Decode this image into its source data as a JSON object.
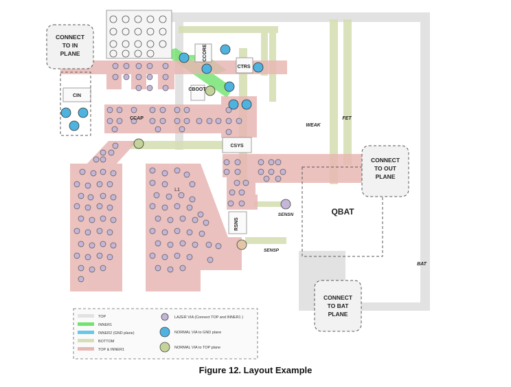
{
  "figure": {
    "caption": "Figure 12. Layout Example"
  },
  "labels": {
    "connect_in": [
      "CONNECT",
      "TO IN",
      "PLANE"
    ],
    "connect_out": [
      "CONNECT",
      "TO OUT",
      "PLANE"
    ],
    "connect_bat": [
      "CONNECT",
      "TO BAT",
      "PLANE"
    ],
    "cin": "CIN",
    "ccap": "CCAP",
    "ccore": "CCORE",
    "ctrs": "CTRS",
    "cboot": "CBOOT",
    "csys": "CSYS",
    "rsns": "RSNS",
    "l1": "L1",
    "qbat": "QBAT",
    "weak": "WEAK",
    "fet": "FET",
    "bat": "BAT",
    "sensn": "SENSN",
    "sensp": "SENSP"
  },
  "legend": {
    "layers": [
      {
        "name": "TOP",
        "color": "#e2e2e2"
      },
      {
        "name": "INNER1",
        "color": "#6fe36b"
      },
      {
        "name": "INNER2  (GND plane)",
        "color": "#66c8e6"
      },
      {
        "name": "BOTTOM",
        "color": "#d6dfb4"
      },
      {
        "name": "TOP & INNER1",
        "color": "#e7b7b3"
      }
    ],
    "vias": [
      {
        "name": "LAZER VIA (Connect TOP and INNER1 )",
        "color": "#c4b6d8"
      },
      {
        "name": "NORMAL VIA to GND plane",
        "color": "#4fb3e0"
      },
      {
        "name": "NORMAL VIA to TOP plane",
        "color": "#c3d39a"
      }
    ]
  },
  "colors": {
    "top": "#e2e2e2",
    "inner1": "#6fe36b",
    "inner2": "#66c8e6",
    "bottom": "#d6dfb4",
    "top_inner1": "#e7b7b3",
    "laser_via": "#c4b6d8",
    "gnd_via": "#4fb3e0",
    "top_via": "#c3d39a"
  }
}
